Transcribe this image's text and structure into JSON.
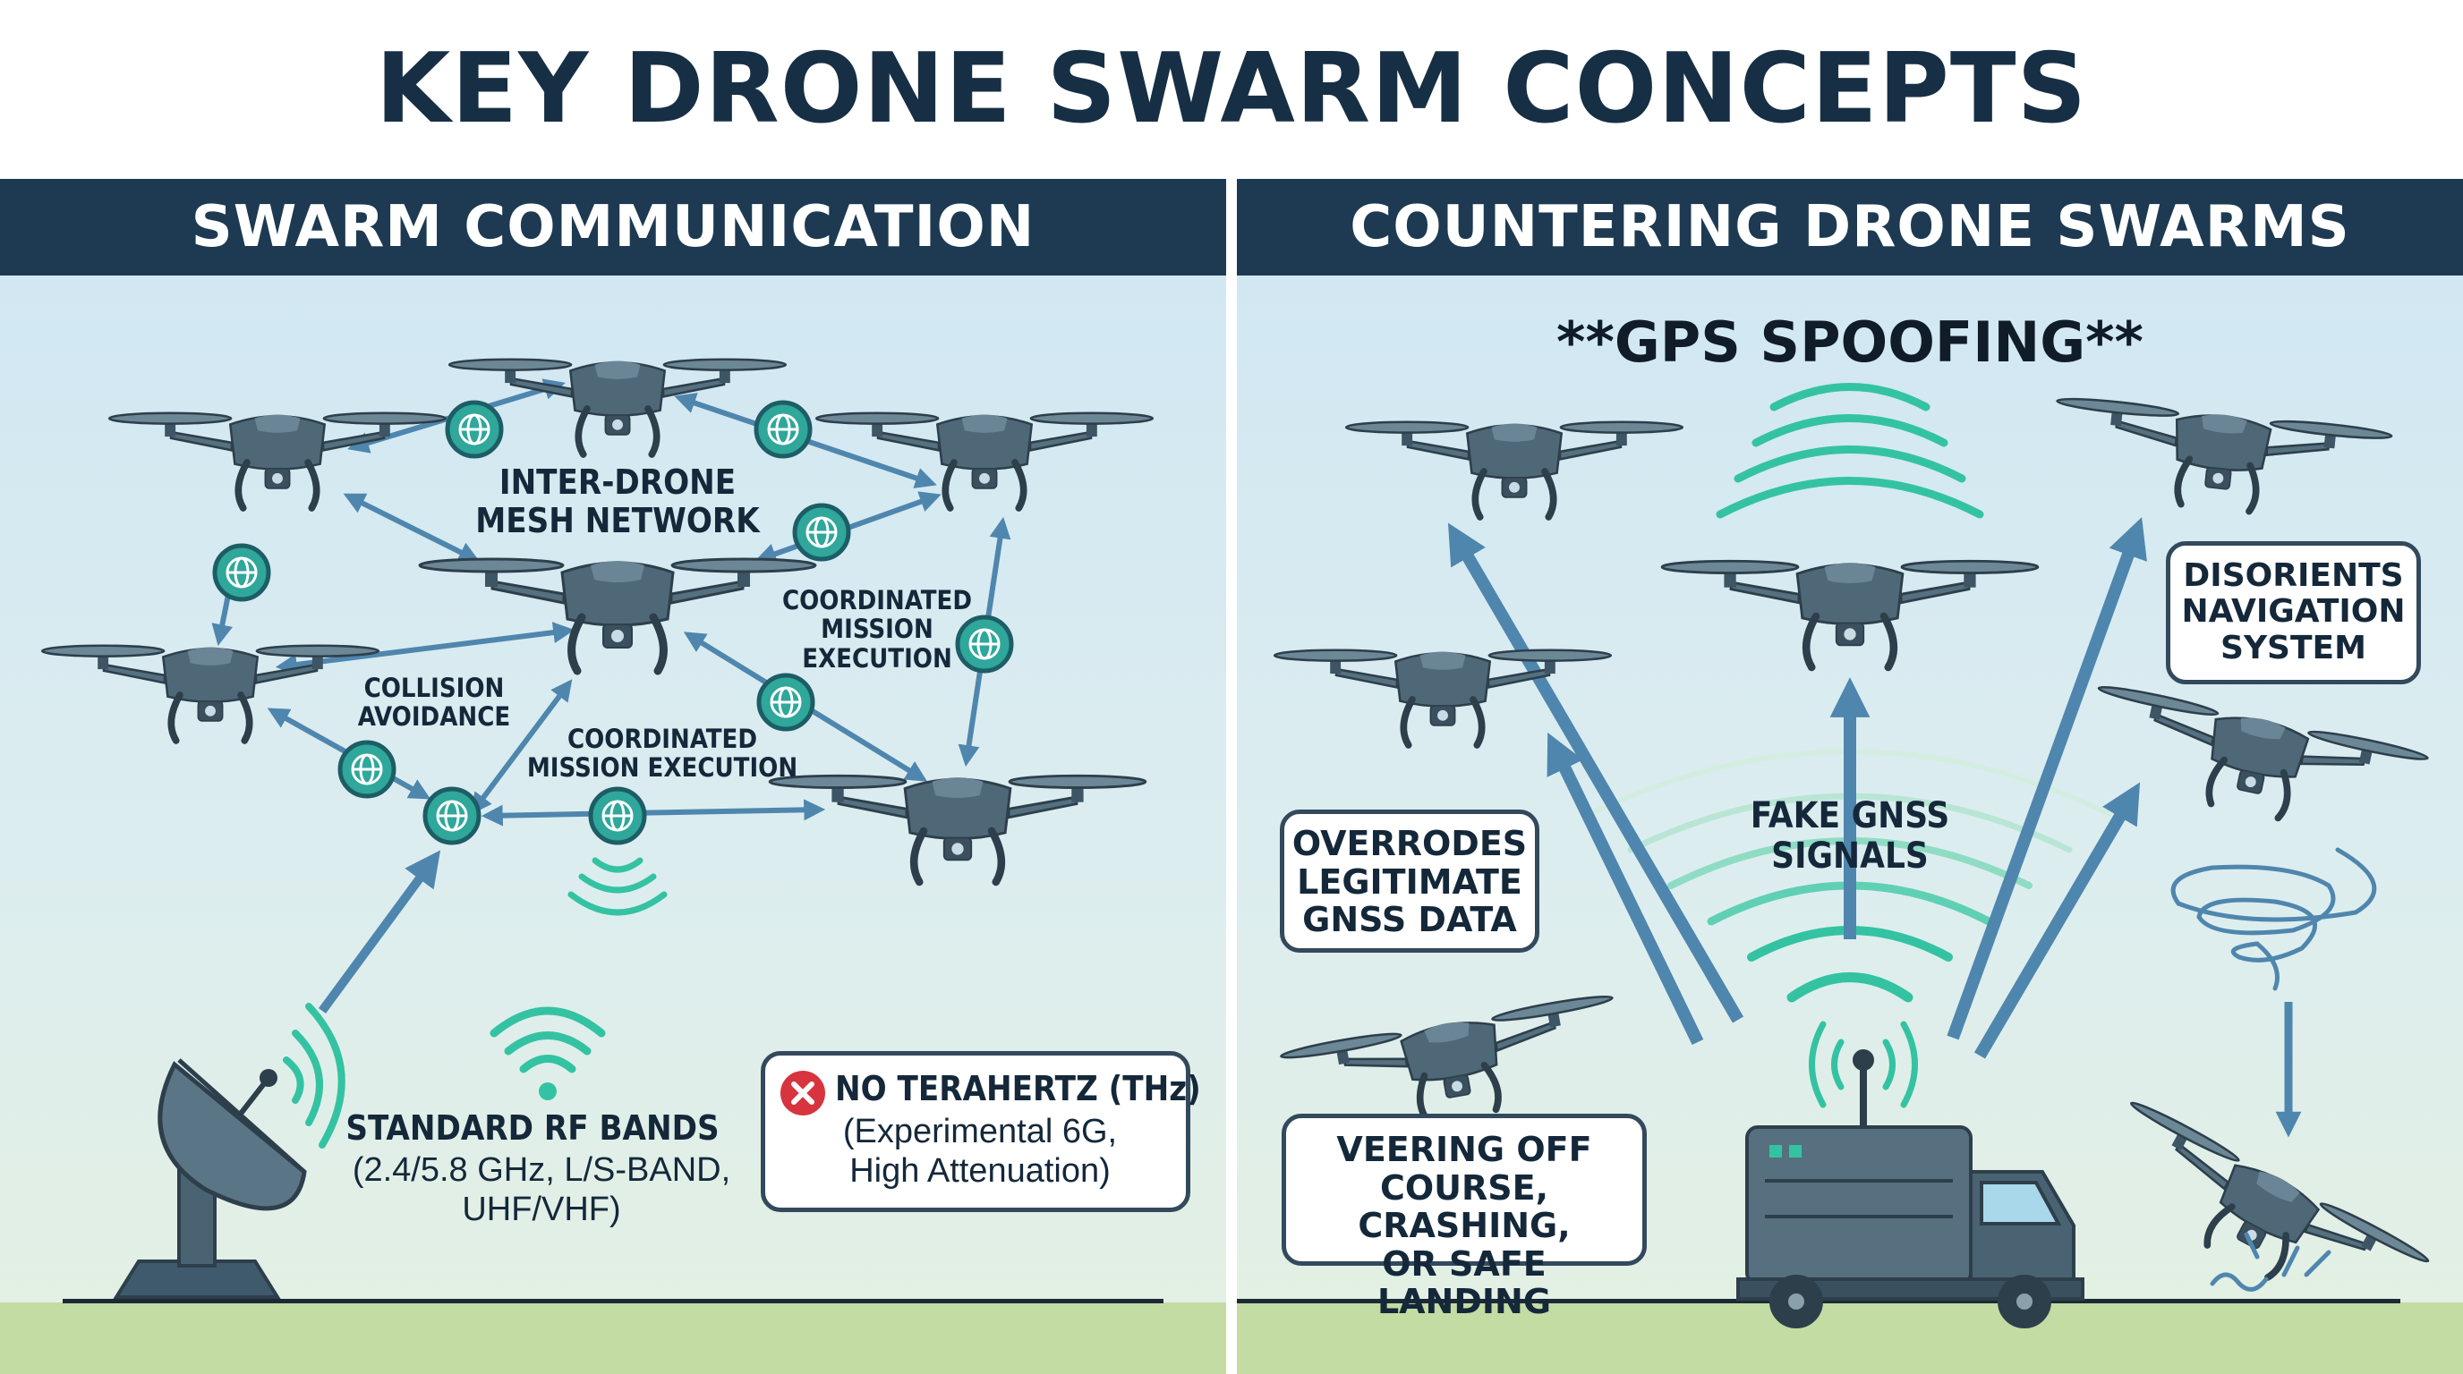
{
  "title": "KEY DRONE SWARM CONCEPTS",
  "left_panel": {
    "header": "SWARM COMMUNICATION",
    "mesh_label": [
      "INTER-DRONE",
      "MESH NETWORK"
    ],
    "coordinated_right": [
      "COORDINATED",
      "MISSION",
      "EXECUTION"
    ],
    "collision": [
      "COLLISION",
      "AVOIDANCE"
    ],
    "coordinated_bottom": [
      "COORDINATED",
      "MISSION EXECUTION"
    ],
    "rf_title": "STANDARD RF BANDS",
    "rf_detail": [
      "(2.4/5.8 GHz, L/S-BAND,",
      "UHF/VHF)"
    ],
    "no_thz_title": "NO TERAHERTZ (THz)",
    "no_thz_detail": [
      "(Experimental 6G,",
      "High Attenuation)"
    ]
  },
  "right_panel": {
    "header": "COUNTERING DRONE SWARMS",
    "subtitle": "**GPS SPOOFING**",
    "fake_signals": [
      "FAKE GNSS",
      "SIGNALS"
    ],
    "overrodes": [
      "OVERRODES",
      "LEGITIMATE",
      "GNSS DATA"
    ],
    "disorients": [
      "DISORIENTS",
      "NAVIGATION",
      "SYSTEM"
    ],
    "veering": [
      "VEERING OFF",
      "COURSE, CRASHING,",
      "OR SAFE LANDING"
    ]
  },
  "colors": {
    "title": "#172f45",
    "header_bg": "#1d3a52",
    "drone": "#4a6373",
    "arrow": "#4f86ae",
    "node": "#2fa79a",
    "signal": "#34c3a2",
    "alert": "#d7343f"
  },
  "icons": [
    "drone-icon",
    "globe-node-icon",
    "satellite-dish-icon",
    "wifi-icon",
    "x-circle-icon",
    "jammer-truck-icon",
    "spiral-icon",
    "crash-impact-icon"
  ]
}
